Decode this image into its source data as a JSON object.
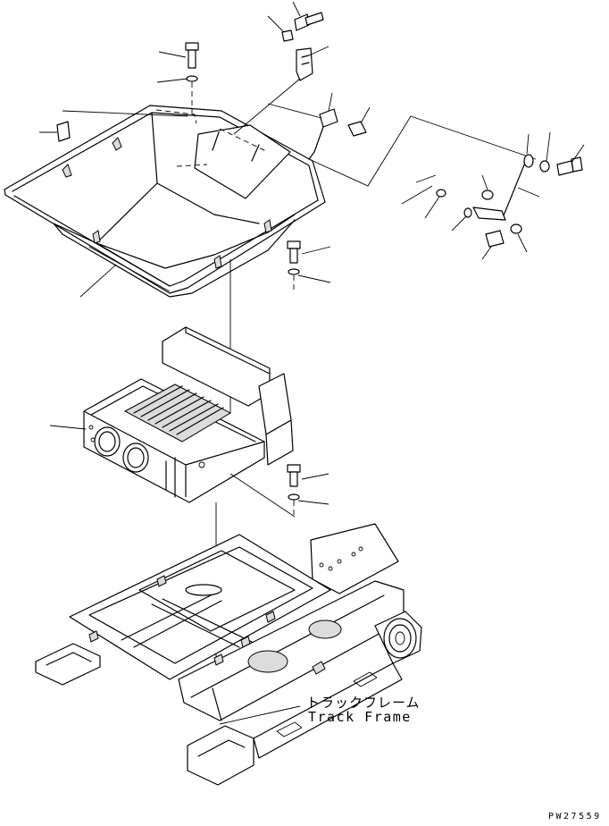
{
  "callout": {
    "label_jp": "トラックフレーム",
    "label_en": "Track Frame"
  },
  "drawing_id": "PW27559"
}
